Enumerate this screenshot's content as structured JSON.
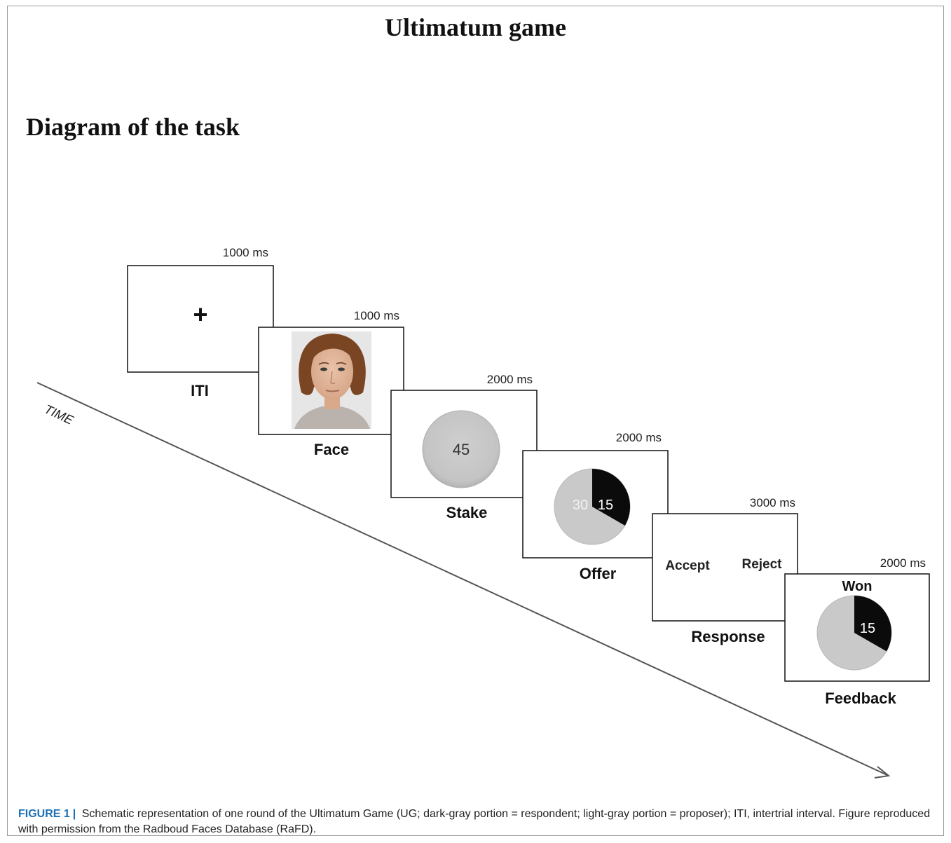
{
  "title": "Ultimatum game",
  "subtitle": "Diagram of the task",
  "time_label": "TIME",
  "screens": [
    {
      "label": "ITI",
      "duration": "1000 ms",
      "symbol": "+"
    },
    {
      "label": "Face",
      "duration": "1000 ms"
    },
    {
      "label": "Stake",
      "duration": "2000 ms",
      "value": "45"
    },
    {
      "label": "Offer",
      "duration": "2000 ms",
      "proposer_value": "30",
      "respondent_value": "15"
    },
    {
      "label": "Response",
      "duration": "3000 ms",
      "accept": "Accept",
      "reject": "Reject"
    },
    {
      "label": "Feedback",
      "duration": "2000 ms",
      "outcome": "Won",
      "value": "15"
    }
  ],
  "caption": {
    "figure_label": "FIGURE 1",
    "separator": "|",
    "text": "Schematic representation of one round of the Ultimatum Game (UG; dark-gray portion = respondent; light-gray portion = proposer); ITI, intertrial interval. Figure reproduced with permission from the Radboud Faces Database (RaFD)."
  },
  "colors": {
    "light_gray": "#c9c9c9",
    "dark": "#0b0b0b",
    "caption_accent": "#1b6fb5"
  }
}
